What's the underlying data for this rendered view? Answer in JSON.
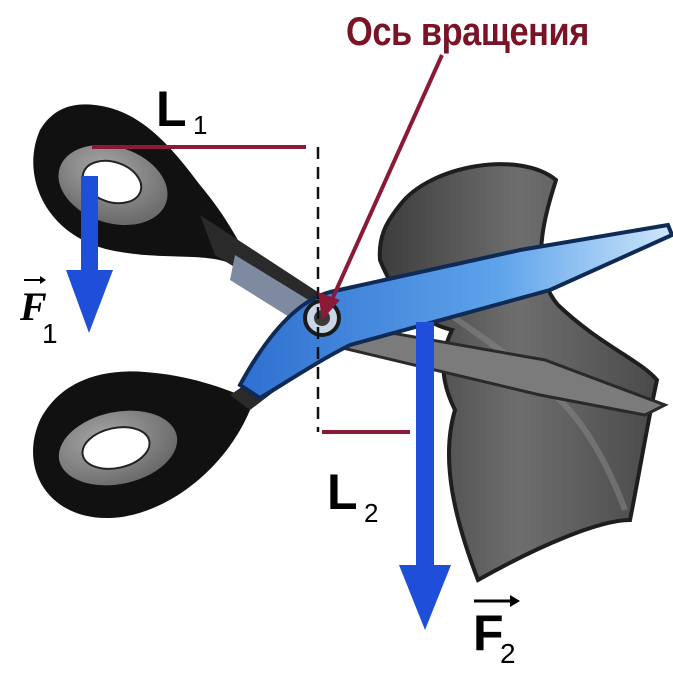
{
  "axis_label": "Ось вращения",
  "lever_arm_1": {
    "symbol": "L",
    "subscript": "1"
  },
  "lever_arm_2": {
    "symbol": "L",
    "subscript": "2"
  },
  "force_1": {
    "symbol": "F",
    "subscript": "1"
  },
  "force_2": {
    "symbol": "F",
    "subscript": "2"
  },
  "colors": {
    "label_accent": "#7a1326",
    "lever_line": "#8a1a35",
    "force_arrow": "#1f4fd8",
    "blade": "#4a8fe0",
    "handle": "#6a6a6a",
    "paper": "#5a5a5a"
  }
}
